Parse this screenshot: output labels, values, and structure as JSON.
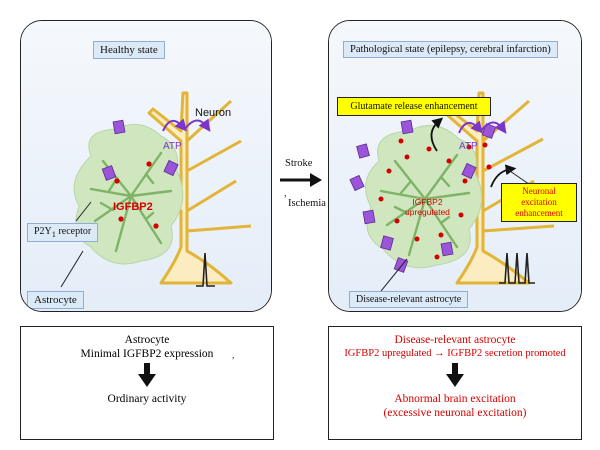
{
  "left_panel": {
    "title": "Healthy state",
    "neuron_label": "Neuron",
    "atp_label": "ATP",
    "igfbp2_label": "IGFBP2",
    "receptor_label": "P2Y",
    "receptor_subscript": "1",
    "receptor_suffix": " receptor",
    "astrocyte_label": "Astrocyte"
  },
  "middle": {
    "stroke_label": "Stroke",
    "comma": ",",
    "ischemia_label": "Ischemia"
  },
  "right_panel": {
    "title": "Pathological state (epilepsy, cerebral infarction)",
    "glutamate_label": "Glutamate release enhancement",
    "atp_label": "ATP",
    "igfbp2_line1": "IGFBP2",
    "igfbp2_line2": "upregulated",
    "excitation_line1": "Neuronal",
    "excitation_line2": "excitation",
    "excitation_line3": "enhancement",
    "astrocyte_label": "Disease-relevant astrocyte"
  },
  "bottom_left": {
    "line1": "Astrocyte",
    "line2": "Minimal IGFBP2 expression",
    "stray_mark": ",",
    "result": "Ordinary activity"
  },
  "bottom_right": {
    "line1": "Disease-relevant astrocyte",
    "line2": "IGFBP2 upregulated → IGFBP2 secretion promoted",
    "result_line1": "Abnormal brain excitation",
    "result_line2": "(excessive neuronal excitation)"
  },
  "colors": {
    "panel_fill": "#eef3fa",
    "astrocyte_fill": "#cfe6bf",
    "astrocyte_branch": "#7fb467",
    "neuron_fill": "#fbecc1",
    "neuron_stroke": "#e2b437",
    "receptor": "#9a55d8",
    "red": "#d40000",
    "yellow": "#ffff00"
  }
}
